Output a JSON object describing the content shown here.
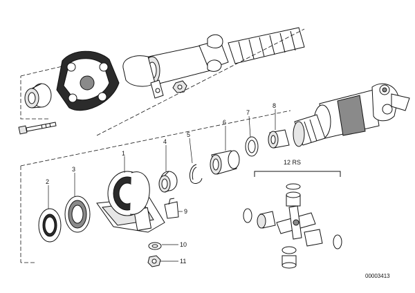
{
  "callouts": {
    "c1": "1",
    "c2": "2",
    "c3": "3",
    "c4": "4",
    "c5": "5",
    "c6": "6",
    "c7": "7",
    "c8": "8",
    "c9": "9",
    "c10": "10",
    "c11": "11",
    "c12": "12 RS"
  },
  "drawing_number": "00003413"
}
